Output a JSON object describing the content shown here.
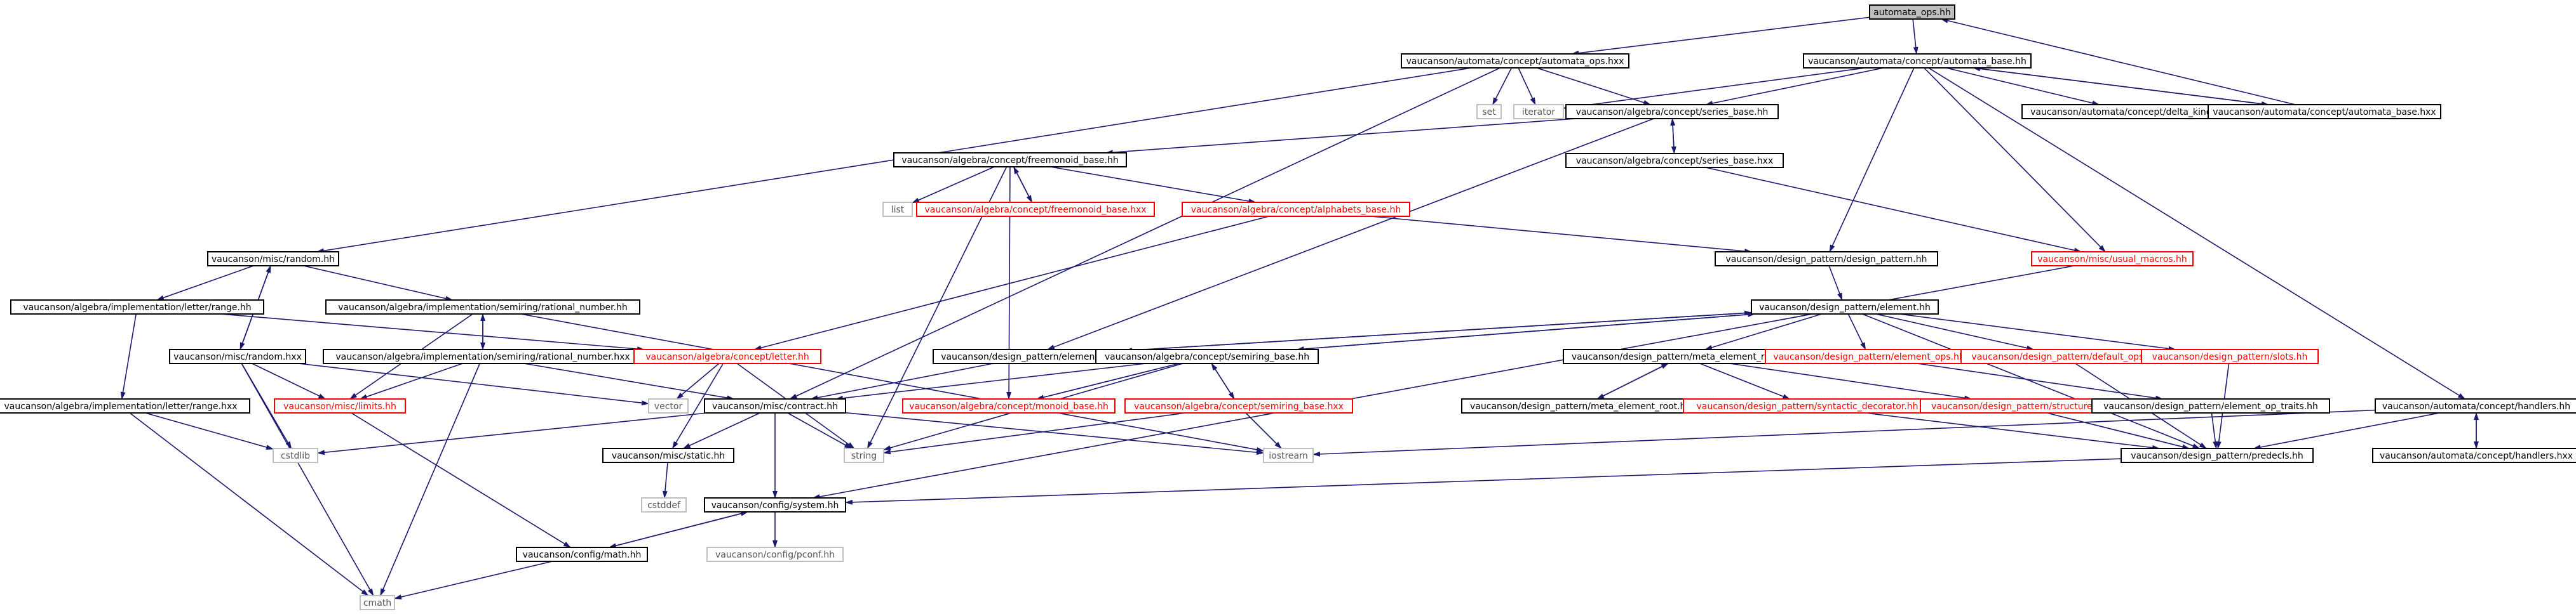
{
  "nodes": [
    {
      "id": "n0",
      "label": "automata_ops.hh",
      "kind": "root"
    },
    {
      "id": "n1",
      "label": "vaucanson/automata/concept/automata_ops.hxx",
      "kind": "normal"
    },
    {
      "id": "n2",
      "label": "vaucanson/automata/concept/automata_base.hh",
      "kind": "normal"
    },
    {
      "id": "n3",
      "label": "set",
      "kind": "external"
    },
    {
      "id": "n4",
      "label": "iterator",
      "kind": "external"
    },
    {
      "id": "n5",
      "label": "vaucanson/algebra/concept/series_base.hh",
      "kind": "normal"
    },
    {
      "id": "n6",
      "label": "vaucanson/automata/concept/delta_kind.hh",
      "kind": "normal"
    },
    {
      "id": "n7",
      "label": "vaucanson/automata/concept/automata_base.hxx",
      "kind": "normal"
    },
    {
      "id": "n8",
      "label": "vaucanson/algebra/concept/series_base.hxx",
      "kind": "normal"
    },
    {
      "id": "n9",
      "label": "vaucanson/algebra/concept/freemonoid_base.hh",
      "kind": "normal"
    },
    {
      "id": "n10",
      "label": "list",
      "kind": "external"
    },
    {
      "id": "n11",
      "label": "vaucanson/algebra/concept/freemonoid_base.hxx",
      "kind": "missing"
    },
    {
      "id": "n12",
      "label": "vaucanson/algebra/concept/alphabets_base.hh",
      "kind": "missing"
    },
    {
      "id": "n13",
      "label": "vaucanson/misc/usual_macros.hh",
      "kind": "missing"
    },
    {
      "id": "n14",
      "label": "vaucanson/misc/random.hh",
      "kind": "normal"
    },
    {
      "id": "n15",
      "label": "vaucanson/design_pattern/design_pattern.hh",
      "kind": "normal"
    },
    {
      "id": "n16",
      "label": "vaucanson/algebra/implementation/letter/range.hh",
      "kind": "normal"
    },
    {
      "id": "n17",
      "label": "vaucanson/algebra/implementation/semiring/rational_number.hh",
      "kind": "normal"
    },
    {
      "id": "n18",
      "label": "vaucanson/design_pattern/element.hh",
      "kind": "normal"
    },
    {
      "id": "n19",
      "label": "vaucanson/misc/random.hxx",
      "kind": "normal"
    },
    {
      "id": "n20",
      "label": "vaucanson/algebra/implementation/semiring/rational_number.hxx",
      "kind": "normal"
    },
    {
      "id": "n21",
      "label": "vaucanson/algebra/concept/letter.hh",
      "kind": "missing"
    },
    {
      "id": "n22",
      "label": "vaucanson/design_pattern/element.hxx",
      "kind": "normal"
    },
    {
      "id": "n23",
      "label": "vaucanson/algebra/concept/semiring_base.hh",
      "kind": "normal"
    },
    {
      "id": "n24",
      "label": "vaucanson/design_pattern/meta_element_root.hh",
      "kind": "normal"
    },
    {
      "id": "n25",
      "label": "vaucanson/design_pattern/element_ops.hh",
      "kind": "missing"
    },
    {
      "id": "n26",
      "label": "vaucanson/design_pattern/default_ops.hh",
      "kind": "missing"
    },
    {
      "id": "n27",
      "label": "vaucanson/design_pattern/slots.hh",
      "kind": "missing"
    },
    {
      "id": "n28",
      "label": "vaucanson/algebra/implementation/letter/range.hxx",
      "kind": "normal"
    },
    {
      "id": "n29",
      "label": "vaucanson/misc/limits.hh",
      "kind": "missing"
    },
    {
      "id": "n30",
      "label": "vector",
      "kind": "external"
    },
    {
      "id": "n31",
      "label": "vaucanson/misc/contract.hh",
      "kind": "normal"
    },
    {
      "id": "n32",
      "label": "vaucanson/algebra/concept/monoid_base.hh",
      "kind": "missing"
    },
    {
      "id": "n33",
      "label": "vaucanson/algebra/concept/semiring_base.hxx",
      "kind": "missing"
    },
    {
      "id": "n34",
      "label": "vaucanson/design_pattern/meta_element_root.hxx",
      "kind": "normal"
    },
    {
      "id": "n35",
      "label": "vaucanson/design_pattern/syntactic_decorator.hh",
      "kind": "missing"
    },
    {
      "id": "n36",
      "label": "vaucanson/design_pattern/structure.hh",
      "kind": "missing"
    },
    {
      "id": "n37",
      "label": "vaucanson/design_pattern/element_op_traits.hh",
      "kind": "normal"
    },
    {
      "id": "n38",
      "label": "vaucanson/automata/concept/handlers.hh",
      "kind": "normal"
    },
    {
      "id": "n39",
      "label": "cstdlib",
      "kind": "external"
    },
    {
      "id": "n40",
      "label": "vaucanson/misc/static.hh",
      "kind": "normal"
    },
    {
      "id": "n41",
      "label": "string",
      "kind": "external"
    },
    {
      "id": "n42",
      "label": "iostream",
      "kind": "external"
    },
    {
      "id": "n43",
      "label": "vaucanson/design_pattern/predecls.hh",
      "kind": "normal"
    },
    {
      "id": "n44",
      "label": "vaucanson/automata/concept/handlers.hxx",
      "kind": "normal"
    },
    {
      "id": "n45",
      "label": "cstddef",
      "kind": "external"
    },
    {
      "id": "n46",
      "label": "vaucanson/config/system.hh",
      "kind": "normal"
    },
    {
      "id": "n47",
      "label": "vaucanson/config/math.hh",
      "kind": "normal"
    },
    {
      "id": "n48",
      "label": "vaucanson/config/pconf.hh",
      "kind": "external"
    },
    {
      "id": "n49",
      "label": "cmath",
      "kind": "external"
    }
  ],
  "edges": [
    [
      "n0",
      "n1"
    ],
    [
      "n0",
      "n2"
    ],
    [
      "n1",
      "n3"
    ],
    [
      "n1",
      "n4"
    ],
    [
      "n1",
      "n5"
    ],
    [
      "n1",
      "n14"
    ],
    [
      "n1",
      "n31"
    ],
    [
      "n2",
      "n4"
    ],
    [
      "n2",
      "n5"
    ],
    [
      "n2",
      "n6"
    ],
    [
      "n2",
      "n7"
    ],
    [
      "n2",
      "n15"
    ],
    [
      "n2",
      "n13"
    ],
    [
      "n2",
      "n38"
    ],
    [
      "n7",
      "n0"
    ],
    [
      "n7",
      "n2"
    ],
    [
      "n5",
      "n8"
    ],
    [
      "n5",
      "n9"
    ],
    [
      "n5",
      "n22"
    ],
    [
      "n8",
      "n5"
    ],
    [
      "n8",
      "n13"
    ],
    [
      "n9",
      "n10"
    ],
    [
      "n9",
      "n11"
    ],
    [
      "n9",
      "n12"
    ],
    [
      "n9",
      "n32"
    ],
    [
      "n9",
      "n41"
    ],
    [
      "n11",
      "n9"
    ],
    [
      "n12",
      "n15"
    ],
    [
      "n12",
      "n21"
    ],
    [
      "n13",
      "n46"
    ],
    [
      "n14",
      "n16"
    ],
    [
      "n14",
      "n17"
    ],
    [
      "n14",
      "n19"
    ],
    [
      "n19",
      "n14"
    ],
    [
      "n19",
      "n29"
    ],
    [
      "n19",
      "n30"
    ],
    [
      "n19",
      "n39"
    ],
    [
      "n19",
      "n49"
    ],
    [
      "n15",
      "n18"
    ],
    [
      "n16",
      "n21"
    ],
    [
      "n16",
      "n28"
    ],
    [
      "n17",
      "n20"
    ],
    [
      "n17",
      "n29"
    ],
    [
      "n17",
      "n42"
    ],
    [
      "n20",
      "n17"
    ],
    [
      "n20",
      "n29"
    ],
    [
      "n20",
      "n31"
    ],
    [
      "n20",
      "n49"
    ],
    [
      "n18",
      "n22"
    ],
    [
      "n18",
      "n23"
    ],
    [
      "n18",
      "n24"
    ],
    [
      "n18",
      "n25"
    ],
    [
      "n18",
      "n26"
    ],
    [
      "n18",
      "n27"
    ],
    [
      "n18",
      "n43"
    ],
    [
      "n22",
      "n18"
    ],
    [
      "n22",
      "n31"
    ],
    [
      "n23",
      "n18"
    ],
    [
      "n23",
      "n31"
    ],
    [
      "n23",
      "n32"
    ],
    [
      "n23",
      "n33"
    ],
    [
      "n23",
      "n41"
    ],
    [
      "n33",
      "n23"
    ],
    [
      "n33",
      "n41"
    ],
    [
      "n33",
      "n42"
    ],
    [
      "n21",
      "n30"
    ],
    [
      "n21",
      "n40"
    ],
    [
      "n21",
      "n41"
    ],
    [
      "n24",
      "n34"
    ],
    [
      "n24",
      "n35"
    ],
    [
      "n24",
      "n36"
    ],
    [
      "n34",
      "n24"
    ],
    [
      "n25",
      "n37"
    ],
    [
      "n26",
      "n43"
    ],
    [
      "n27",
      "n43"
    ],
    [
      "n35",
      "n43"
    ],
    [
      "n36",
      "n43"
    ],
    [
      "n37",
      "n43"
    ],
    [
      "n28",
      "n39"
    ],
    [
      "n28",
      "n49"
    ],
    [
      "n29",
      "n47"
    ],
    [
      "n31",
      "n39"
    ],
    [
      "n31",
      "n40"
    ],
    [
      "n31",
      "n41"
    ],
    [
      "n31",
      "n42"
    ],
    [
      "n31",
      "n46"
    ],
    [
      "n40",
      "n45"
    ],
    [
      "n38",
      "n42"
    ],
    [
      "n38",
      "n43"
    ],
    [
      "n38",
      "n44"
    ],
    [
      "n44",
      "n38"
    ],
    [
      "n43",
      "n46"
    ],
    [
      "n46",
      "n47"
    ],
    [
      "n46",
      "n48"
    ],
    [
      "n47",
      "n46"
    ],
    [
      "n47",
      "n49"
    ]
  ]
}
